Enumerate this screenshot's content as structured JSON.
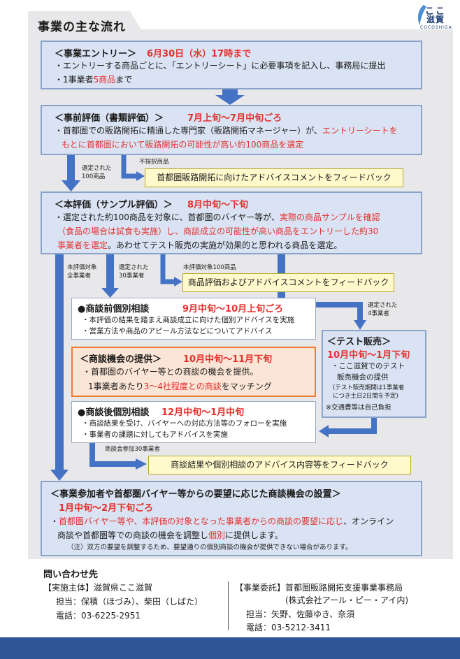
{
  "header": {
    "title": "事業の主な流れ",
    "logo": {
      "kana": "ここ",
      "kanji": "滋賀",
      "roman": "COCOSHIGA"
    }
  },
  "entry": {
    "label": "＜事業エントリー＞",
    "date": "6月30日（水）17時まで",
    "line1": "・エントリーする商品ごとに、「エントリーシート」に必要事項を記入し、事務局に提出",
    "line2_pre": "・1事業者",
    "line2_red": "5商品",
    "line2_post": "まで"
  },
  "pre_eval": {
    "label": "＜事前評価（書類評価）＞",
    "date": "7月上旬～7月中旬ごろ",
    "line1_pre": "・首都圏での販路開拓に精通した専門家（販路開拓マネージャー）が、",
    "line1_red": "エントリーシートを",
    "line2_red": "もとに首都圏において販路開拓の可能性が高い約100商品を選定"
  },
  "flow1": {
    "selected_label_1": "選定された",
    "selected_label_2": "100商品",
    "rejected_label": "不採択商品",
    "feedback": "首都圏販路開拓に向けたアドバイスコメントをフィードバック"
  },
  "main_eval": {
    "label": "＜本評価（サンプル評価）＞",
    "date": "8月中旬～下旬",
    "line1_pre": "・選定された約100商品を対象に、首都圏のバイヤー等が、",
    "line1_red": "実際の商品サンプルを確認",
    "line2_red": "（食品の場合は試食も実施）し、商談成立の可能性が高い商品をエントリーした約30",
    "line3_red": "事業者を選定",
    "line3_post": "。あわせてテスト販売の実施が効果的と思われる商品を選定。"
  },
  "flow2": {
    "all_label_1": "本評価対象",
    "all_label_2": "全事業者",
    "sel_label_1": "選定された",
    "sel_label_2": "30事業者",
    "target_label": "本評価対象100商品",
    "feedback": "商品評価およびアドバイスコメントをフィードバック",
    "test_sel_1": "選定された",
    "test_sel_2": "4事業者"
  },
  "pre_consult": {
    "label": "●商談前個別相談",
    "date": "9月中旬～10月上旬ごろ",
    "line1": "・本評価の結果を踏まえ商談成立に向けた個別アドバイスを実施",
    "line2": "・営業方法や商品のアピール方法などについてアドバイス"
  },
  "opportunity": {
    "label": "＜商談機会の提供＞",
    "date": "10月中旬～11月下旬",
    "line1": "・首都圏のバイヤー等との商談の機会を提供。",
    "line2_pre": "1事業者あたり",
    "line2_red": "3～4社程度との商談",
    "line2_post": "をマッチング"
  },
  "post_consult": {
    "label": "●商談後個別相談",
    "date": "12月中旬～1月中旬",
    "line1": "・商談結果を受け、バイヤーへの対応方法等のフォローを実施",
    "line2": "・事業者の課題に対してもアドバイスを実施"
  },
  "test_sale": {
    "label": "＜テスト販売＞",
    "date": "10月中旬～1月下旬",
    "line1": "・ここ滋賀でのテスト",
    "line2": "販売機会の提供",
    "note1": "(テスト販売期間は1事業者",
    "note2": "につき土日2日間を予定)",
    "note3": "※交通費等は自己負担"
  },
  "flow3": {
    "participants": "商談会参加30事業者",
    "feedback": "商談結果や個別相談のアドバイス内容等をフィードバック"
  },
  "final": {
    "label": "＜事業参加者や首都圏バイヤー等からの要望に応じた商談機会の設置＞",
    "date": "1月中旬～2月下旬ごろ",
    "line1_pre": "・",
    "line1_red": "首都圏バイヤー等や、本評価の対象となった事業者からの商談の要望に応じ",
    "line1_post": "、オンライン",
    "line2_pre": "商談や首都圏等での商談の機会を調整し",
    "line2_red": "個別",
    "line2_post": "に提供します。",
    "note": "（注）双方の要望を調整するため、要望通りの個別商談の機会が提供できない場合があります。"
  },
  "contact": {
    "title": "問い合わせ先",
    "left": {
      "org": "【実施主体】滋賀県ここ滋賀",
      "person": "担当：保積（ほづみ）、柴田（しばた）",
      "phone": "電話：03-6225-2951"
    },
    "right": {
      "org": "【事業委託】首都圏販路開拓支援事業事務局",
      "company": "(株式会社アール・ピー・アイ内)",
      "person": "担当：矢野、佐藤ゆき、奈須",
      "phone": "電話：03-5212-3411"
    }
  },
  "colors": {
    "accent_red": "#e3312d",
    "box_blue": "#dae3f3",
    "arrow_blue": "#4472c4",
    "feedback_yellow": "#fff9cc",
    "highlight_orange": "#fbe5d6",
    "footer_navy": "#2f5597"
  }
}
